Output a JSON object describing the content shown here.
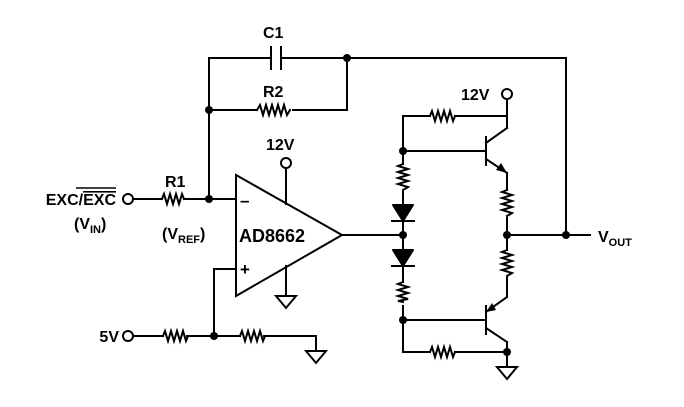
{
  "labels": {
    "input": "EXC/",
    "input_bar": "EXC",
    "vin_open": "(V",
    "vin_sub": "IN",
    "vin_close": ")",
    "vref_open": "(V",
    "vref_sub": "REF",
    "vref_close": ")",
    "r1": "R1",
    "r2": "R2",
    "c1": "C1",
    "opamp_supply": "12V",
    "driver_supply": "12V",
    "bias_supply": "5V",
    "opamp": "AD8662",
    "minus": "–",
    "plus": "+",
    "vout_main": "V",
    "vout_sub": "OUT"
  }
}
